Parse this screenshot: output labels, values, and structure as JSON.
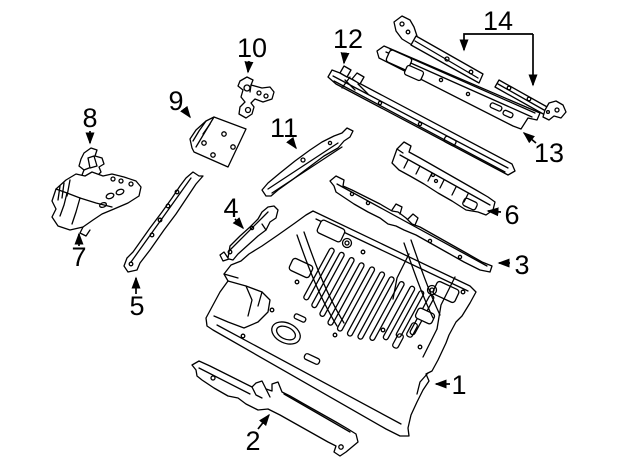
{
  "figure": {
    "type": "exploded-parts-line-drawing",
    "subject": "rear floor pan and crossmember assembly",
    "background_color": "#ffffff",
    "line_color": "#000000",
    "callout_count": 14
  },
  "callouts": [
    {
      "label": "1"
    },
    {
      "label": "2"
    },
    {
      "label": "3"
    },
    {
      "label": "4"
    },
    {
      "label": "5"
    },
    {
      "label": "6"
    },
    {
      "label": "7"
    },
    {
      "label": "8"
    },
    {
      "label": "9"
    },
    {
      "label": "10"
    },
    {
      "label": "11"
    },
    {
      "label": "12"
    },
    {
      "label": "13"
    },
    {
      "label": "14"
    }
  ]
}
